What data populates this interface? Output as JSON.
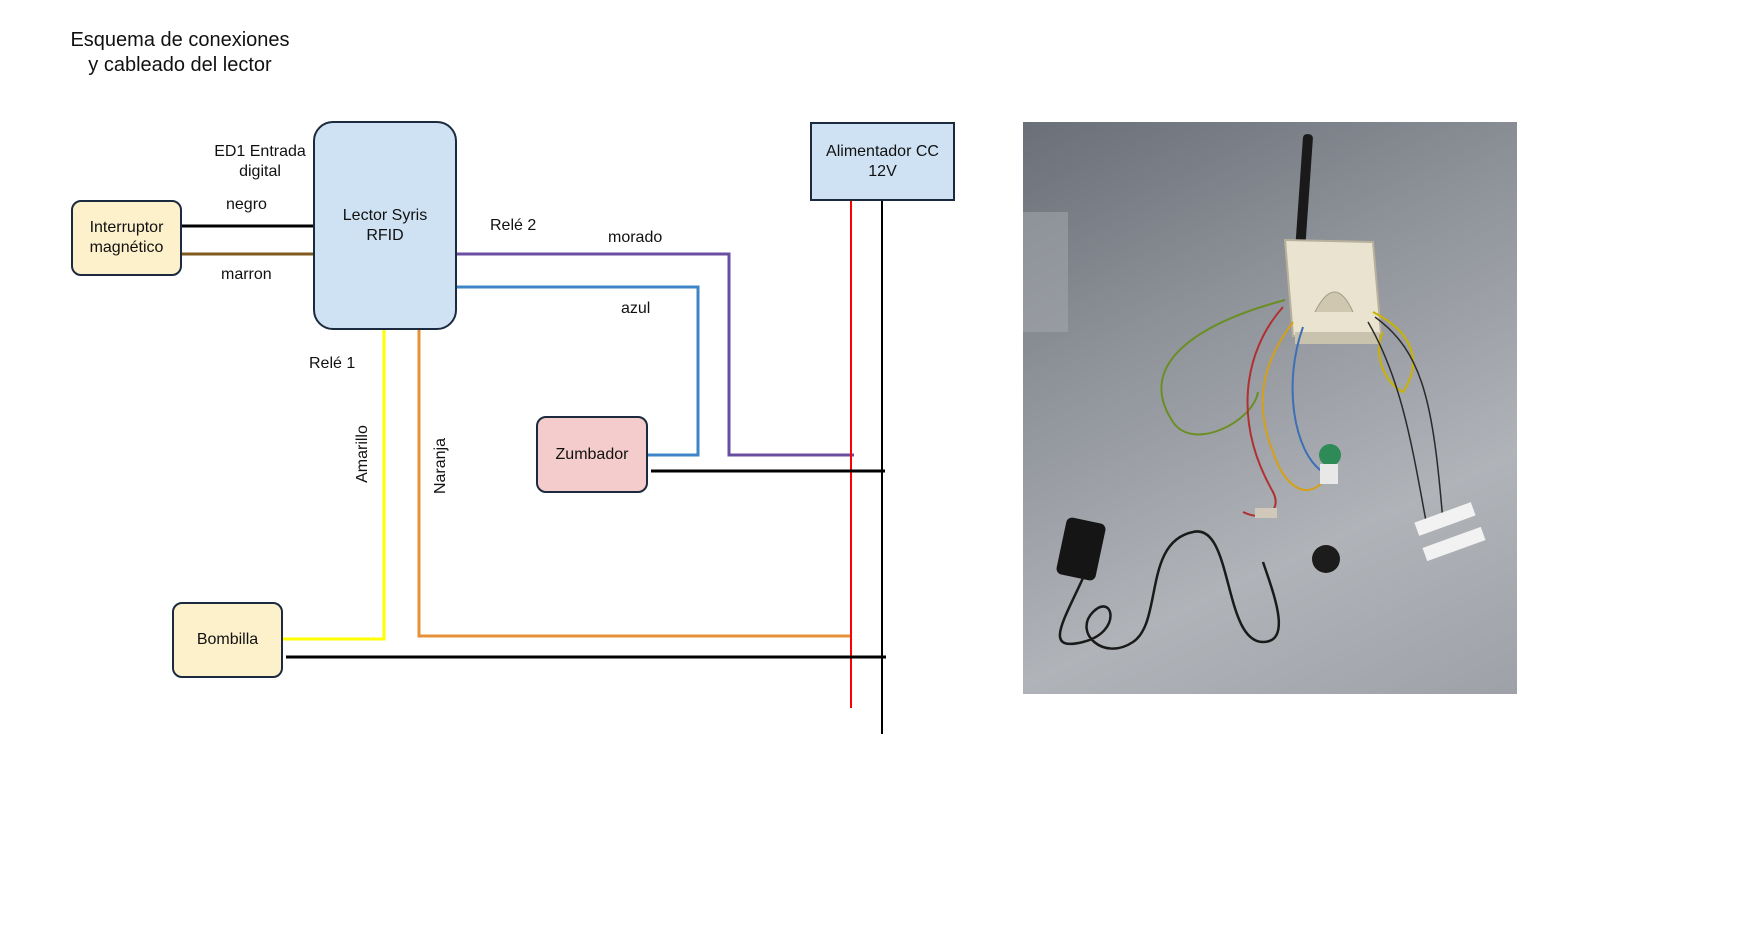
{
  "title_line1": "Esquema de conexiones",
  "title_line2": "y cableado del lector",
  "nodes": {
    "interruptor": "Interruptor\nmagnético",
    "lector": "Lector Syris\nRFID",
    "alimentador": "Alimentador CC\n12V",
    "zumbador": "Zumbador",
    "bombilla": "Bombilla"
  },
  "labels": {
    "ed1": "ED1 Entrada\ndigital",
    "negro": "negro",
    "marron": "marron",
    "rele2": "Relé 2",
    "morado": "morado",
    "azul": "azul",
    "rele1": "Relé 1",
    "amarillo": "Amarillo",
    "naranja": "Naranja"
  },
  "colors": {
    "black_wire": "#000000",
    "brown_wire": "#7f5a1e",
    "purple_wire": "#6a4ea0",
    "blue_wire": "#3d85c6",
    "yellow_wire": "#ffff00",
    "orange_wire": "#e69138",
    "red_wire": "#ff0000"
  }
}
